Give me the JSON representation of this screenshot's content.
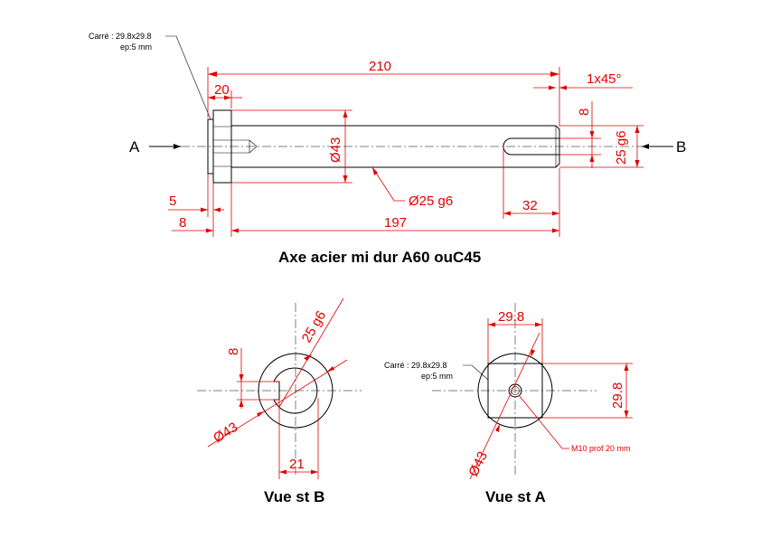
{
  "front_view": {
    "dims": {
      "total_length": "210",
      "head_length": "20",
      "chamfer": "1x45°",
      "keyway_width": "8",
      "end_diameter": "25 g6",
      "head_diameter": "Ø43",
      "shaft_diameter": "Ø25 g6",
      "keyway_length": "32",
      "square_thickness": "5",
      "flange_offset": "8",
      "shaft_length": "197"
    },
    "square_note_line1": "Carré : 29.8x29.8",
    "square_note_line2": "ep:5 mm",
    "view_label_a": "A",
    "view_label_b": "B",
    "title": "Axe acier mi dur A60 ouC45"
  },
  "view_b": {
    "dims": {
      "keyway_width": "8",
      "end_diameter": "25 g6",
      "head_diameter": "Ø43",
      "keyway_depth": "21"
    },
    "title": "Vue st B"
  },
  "view_a": {
    "dims": {
      "square_width": "29.8",
      "square_height": "29.8",
      "head_diameter": "Ø43"
    },
    "square_note_line1": "Carré : 29.8x29.8",
    "square_note_line2": "ep:5 mm",
    "thread_note": "M10 prof 20 mm",
    "title": "Vue st A"
  }
}
